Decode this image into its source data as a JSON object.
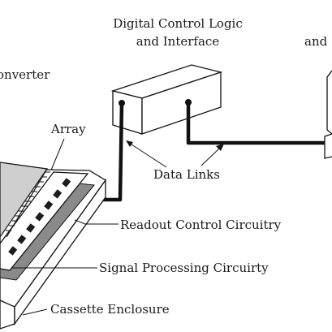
{
  "labels": {
    "digital_control_line1": "Digital Control Logic",
    "digital_control_line2": "and Interface",
    "right_cut_text": "and",
    "converter_cut_text": "onverter",
    "array": "Array",
    "data_links": "Data Links",
    "readout_control": "Readout Control Circuitry",
    "signal_processing": "Signal Processing Circuirty",
    "cassette_enclosure": "Cassette Enclosure"
  },
  "colors": {
    "ink": "#111111",
    "box_fill": "#ffffff",
    "array_face": "#cfcfcf",
    "shadow_board": "#8a8a8a",
    "chip": "#1c1c1c"
  }
}
